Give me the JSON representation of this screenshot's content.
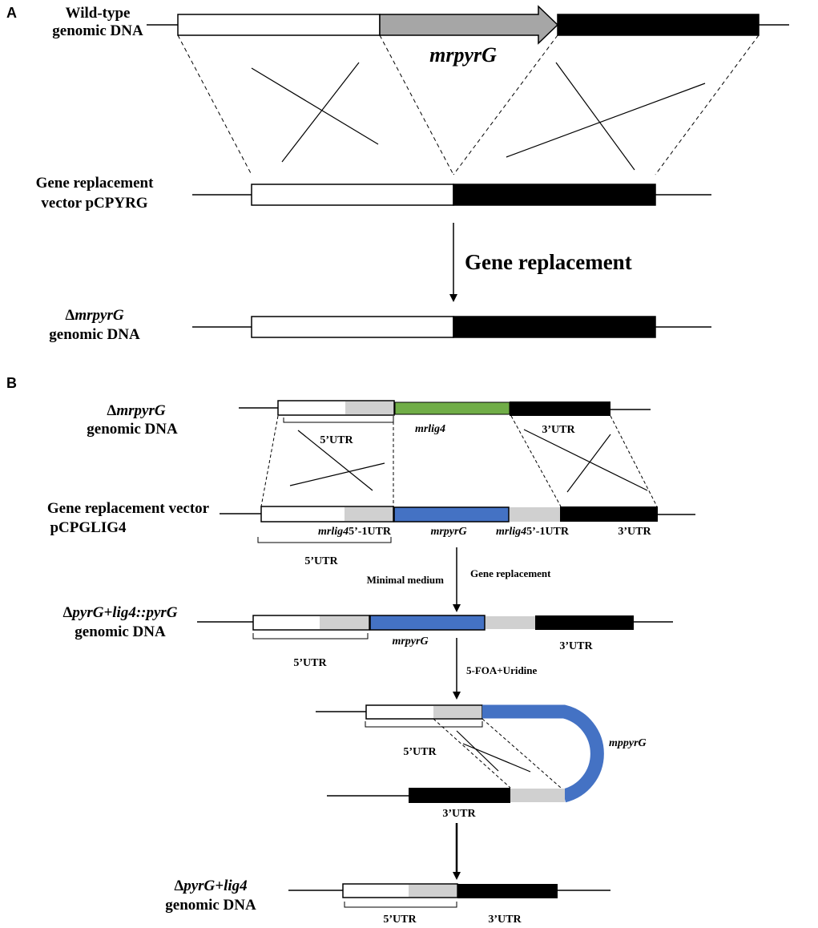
{
  "panel_a": {
    "letter": "A",
    "wt_label_1": "Wild-type",
    "wt_label_2": "genomic DNA",
    "gene_label": "mrpyrG",
    "vector_label_1": "Gene replacement",
    "vector_label_2": "vector pCPYRG",
    "step_label": "Gene replacement",
    "result_label_prefix": "Δ",
    "result_label_italic": "mrpyrG",
    "result_label_2": "genomic DNA"
  },
  "panel_b": {
    "letter": "B",
    "start_prefix": "Δ",
    "start_italic": "mrpyrG",
    "start_label_2": "genomic DNA",
    "lig4_label": "mrlig4",
    "utr3_label_1": "3’UTR",
    "utr5_label_1": "5’UTR",
    "vector_label_1": "Gene replacement vector",
    "vector_label_2": "pCPGLIG4",
    "seg_label_left_italic": "mrlig4",
    "seg_label_left_rest": "5’-1UTR",
    "seg_label_mid": "mrpyrG",
    "seg_label_right_italic": "mrlig4",
    "seg_label_right_rest": "5’-1UTR",
    "utr3_label_2": "3’UTR",
    "utr5_label_2": "5’UTR",
    "medium_label": "Minimal medium",
    "step_label_1": "Gene replacement",
    "intermediate_prefix": "Δ",
    "intermediate_italic": "pyrG+lig4::pyrG",
    "intermediate_label_2": "genomic DNA",
    "intermediate_gene_label": "mrpyrG",
    "utr3_label_3": "3’UTR",
    "utr5_label_3": "5’UTR",
    "step_label_2": "5-FOA+Uridine",
    "utr5_label_4": "5’UTR",
    "loop_label": "mppyrG",
    "utr3_label_4": "3’UTR",
    "final_prefix": "Δ",
    "final_italic": "pyrG+lig4",
    "final_label_2": "genomic DNA",
    "utr5_label_5": "5’UTR",
    "utr3_label_5": "3’UTR"
  },
  "colors": {
    "wild_type_gene": "#a6a6a6",
    "lig4_gene": "#70ad47",
    "pyrG_marker": "#4472c4",
    "utr_repeat": "#d0d0d0",
    "flank_3": "#000000",
    "flank_5": "#ffffff"
  }
}
